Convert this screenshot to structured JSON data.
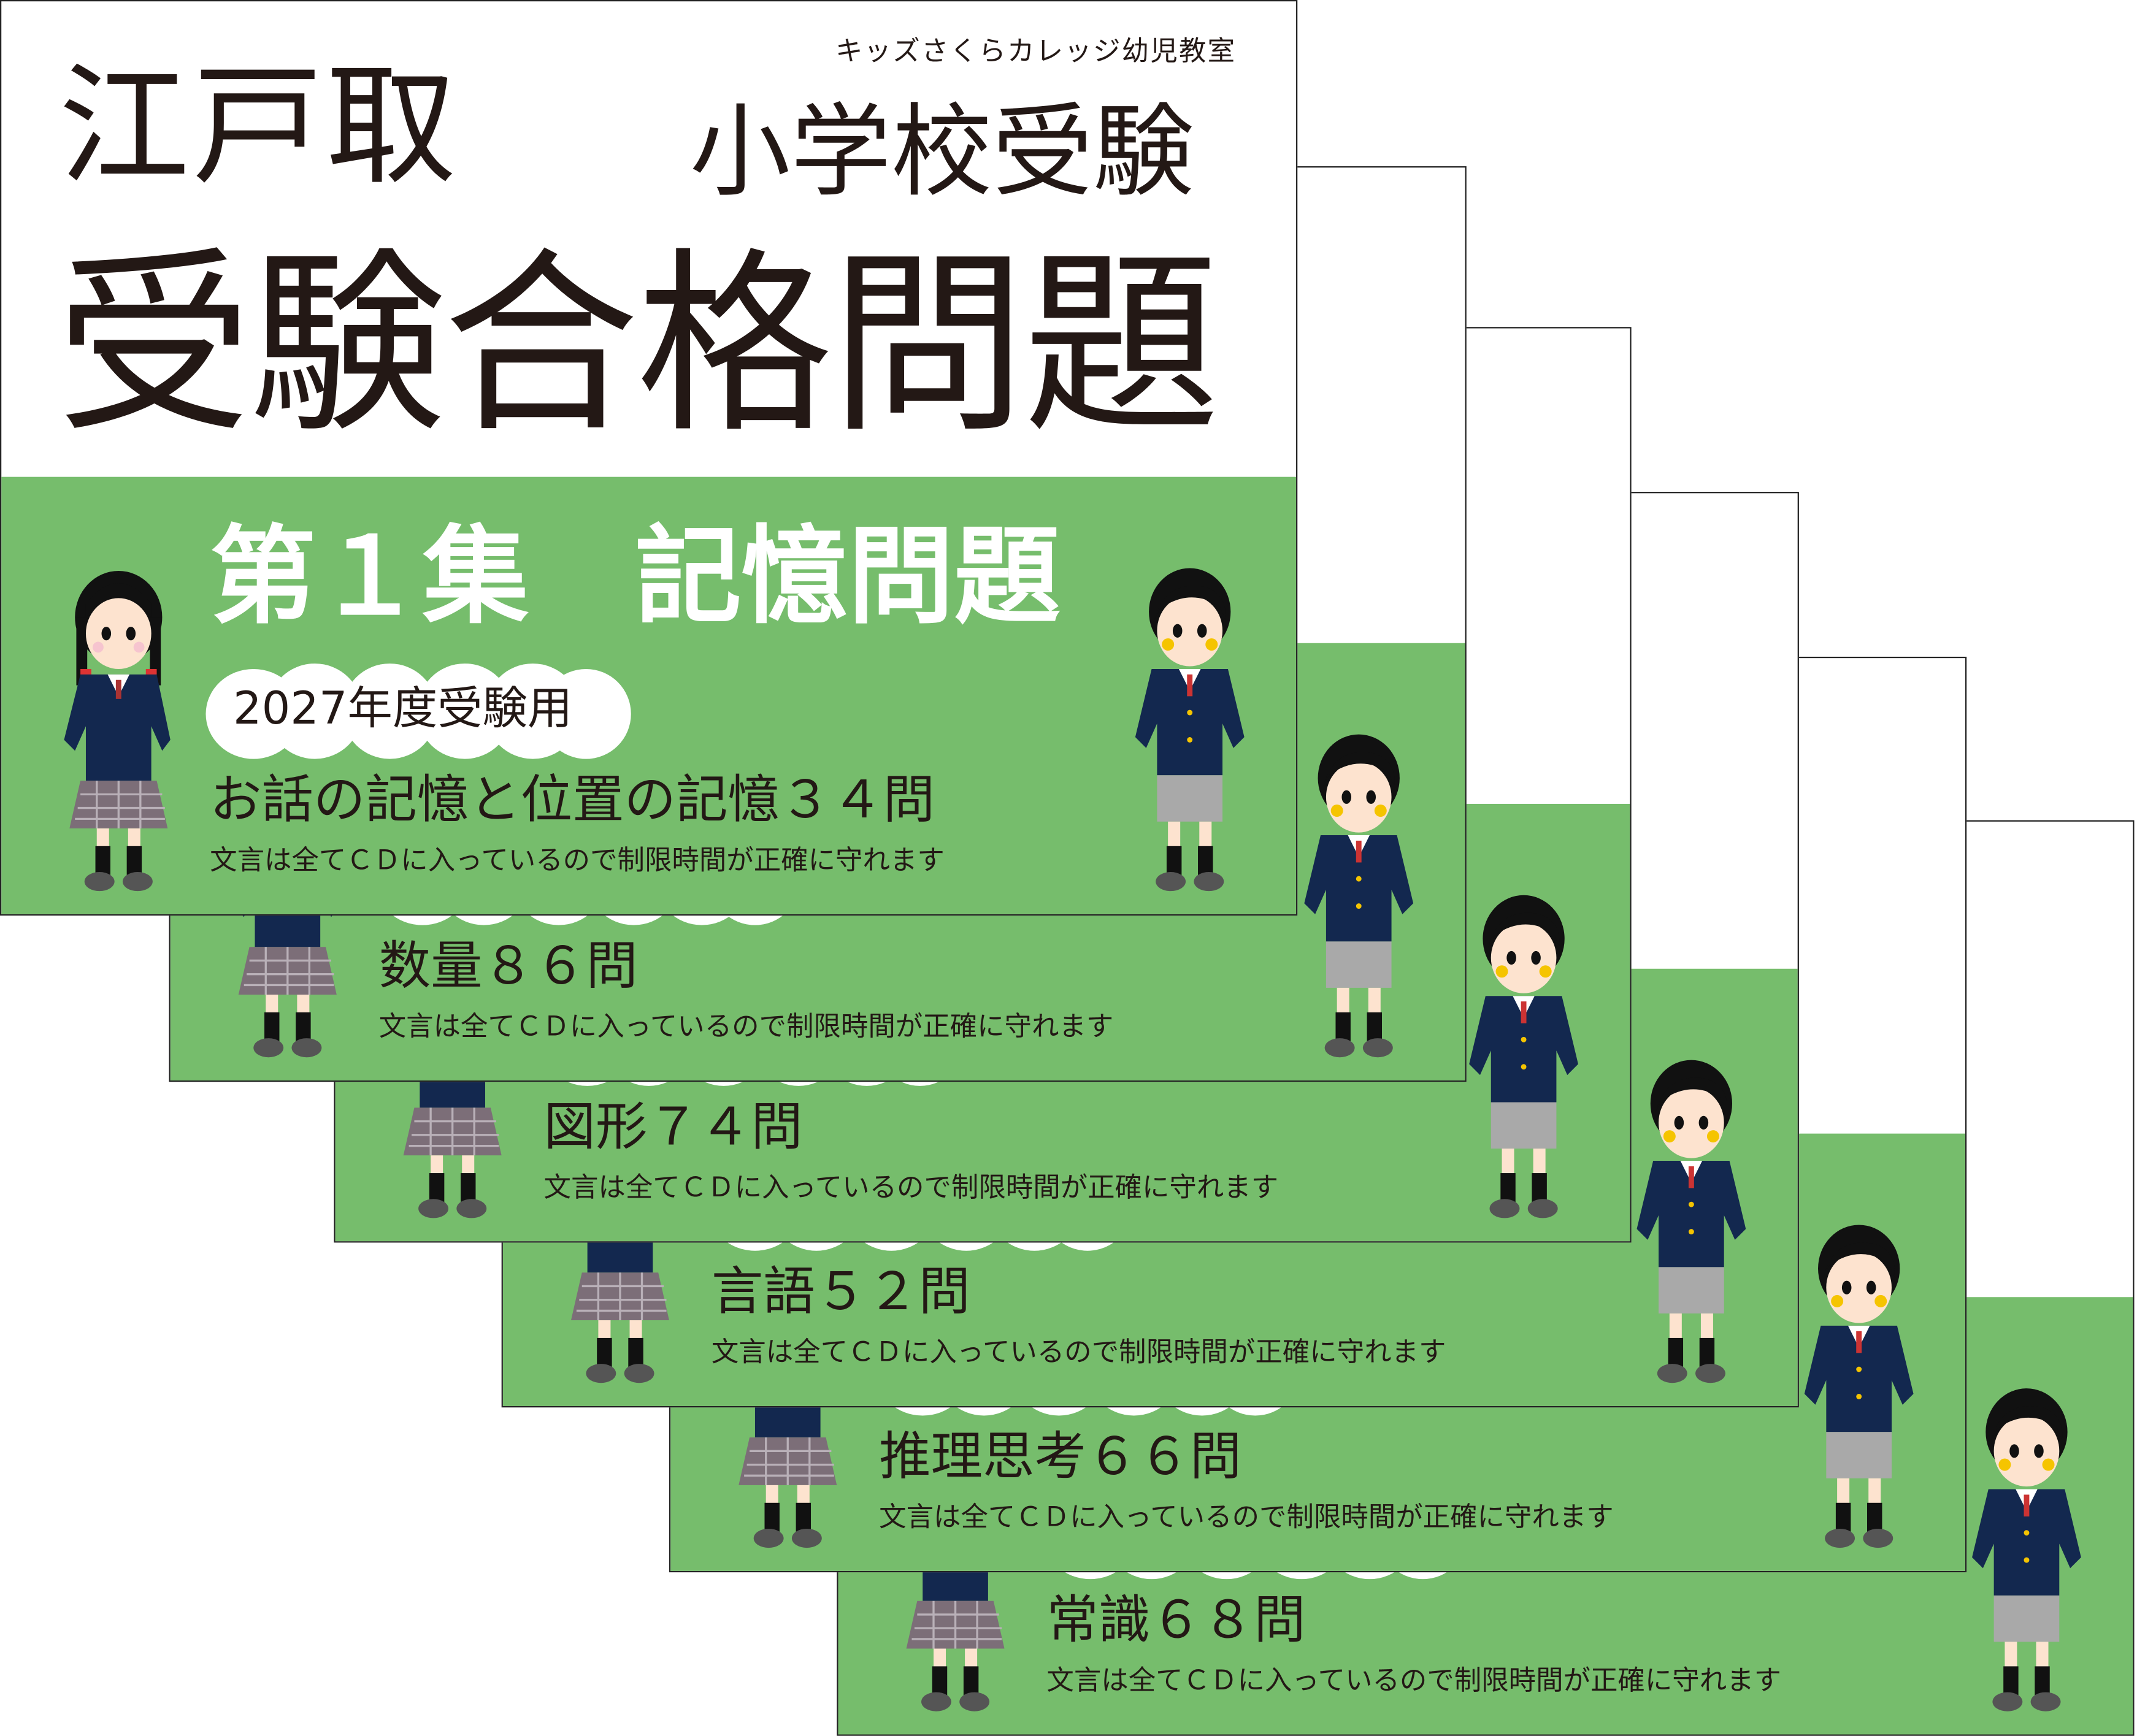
{
  "cover": {
    "school": "キッズさくらカレッジ幼児教室",
    "city": "江戸取",
    "kind": "小学校受験",
    "main_title": "受験合格問題",
    "volume": "第１集　記憶問題",
    "year_badge": "2027年度受験用",
    "note": "文言は全てＣＤに入っているので制限時間が正確に守れます"
  },
  "cards": [
    {
      "subject": "お話の記憶と位置の記憶３４問"
    },
    {
      "subject": "数量８６問"
    },
    {
      "subject": "図形７４問"
    },
    {
      "subject": "言語５２問"
    },
    {
      "subject": "推理思考６６問"
    },
    {
      "subject": "常識６８問"
    }
  ],
  "colors": {
    "green": "#76bd6c",
    "text": "#231815",
    "blazer": "#13284f"
  }
}
